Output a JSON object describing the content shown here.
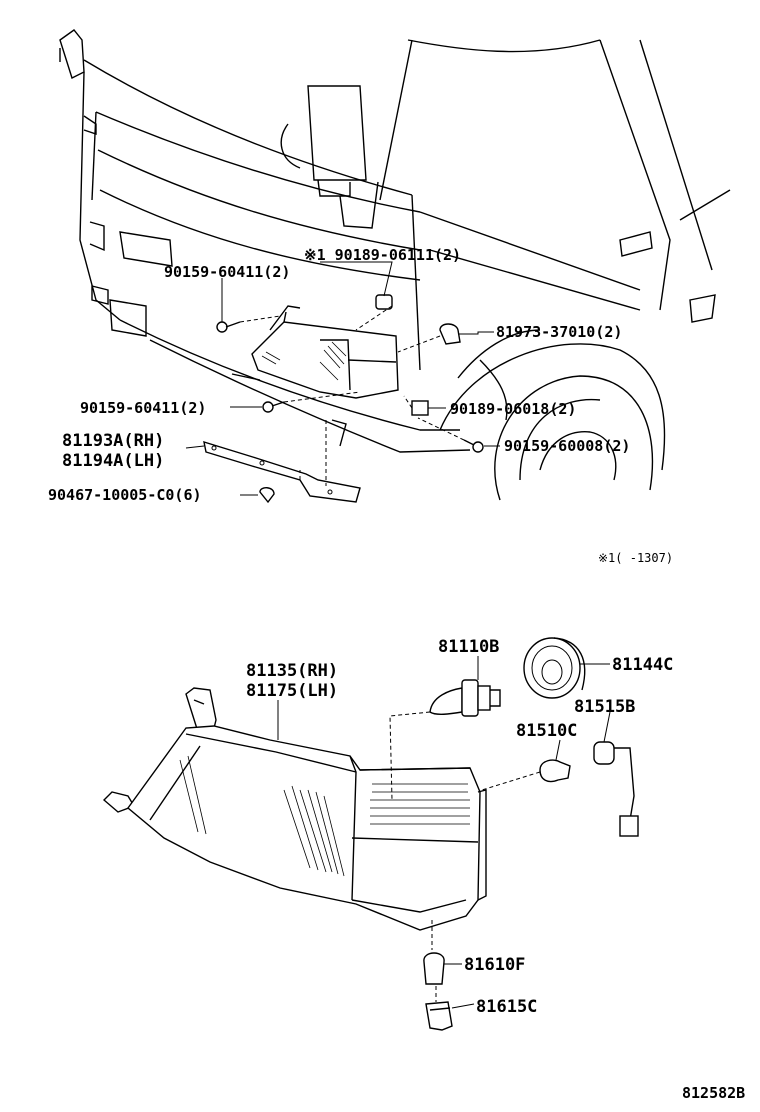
{
  "upper_labels": {
    "clip_top": "※1 90189-06111(2)",
    "screw_upper": "90159-60411(2)",
    "grommet": "81973-37010(2)",
    "screw_lower": "90159-60411(2)",
    "nut": "90189-06018(2)",
    "screw_side": "90159-60008(2)",
    "bracket_rh": "81193A(RH)",
    "bracket_lh": "81194A(LH)",
    "clip_bottom": "90467-10005-C0(6)"
  },
  "note": "※1(     -1307)",
  "lower_labels": {
    "lamp_rh": "81135(RH)",
    "lamp_lh": "81175(LH)",
    "bulb_head": "81110B",
    "cover": "81144C",
    "socket_side": "81515B",
    "bulb_side": "81510C",
    "bulb_turn": "81610F",
    "socket_turn": "81615C"
  },
  "diagram_id": "812582B"
}
